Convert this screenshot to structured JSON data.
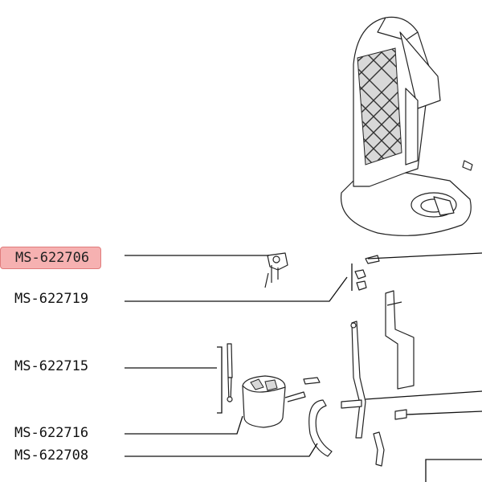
{
  "diagram": {
    "parts": [
      {
        "label": "MS-622706",
        "selected": true
      },
      {
        "label": "MS-622719",
        "selected": false
      },
      {
        "label": "MS-622715",
        "selected": false
      },
      {
        "label": "MS-622716",
        "selected": false
      },
      {
        "label": "MS-622708",
        "selected": false
      }
    ],
    "colors": {
      "highlight_fill": "#f6b1b1",
      "highlight_border": "#e07c7c",
      "line": "#111111"
    }
  }
}
